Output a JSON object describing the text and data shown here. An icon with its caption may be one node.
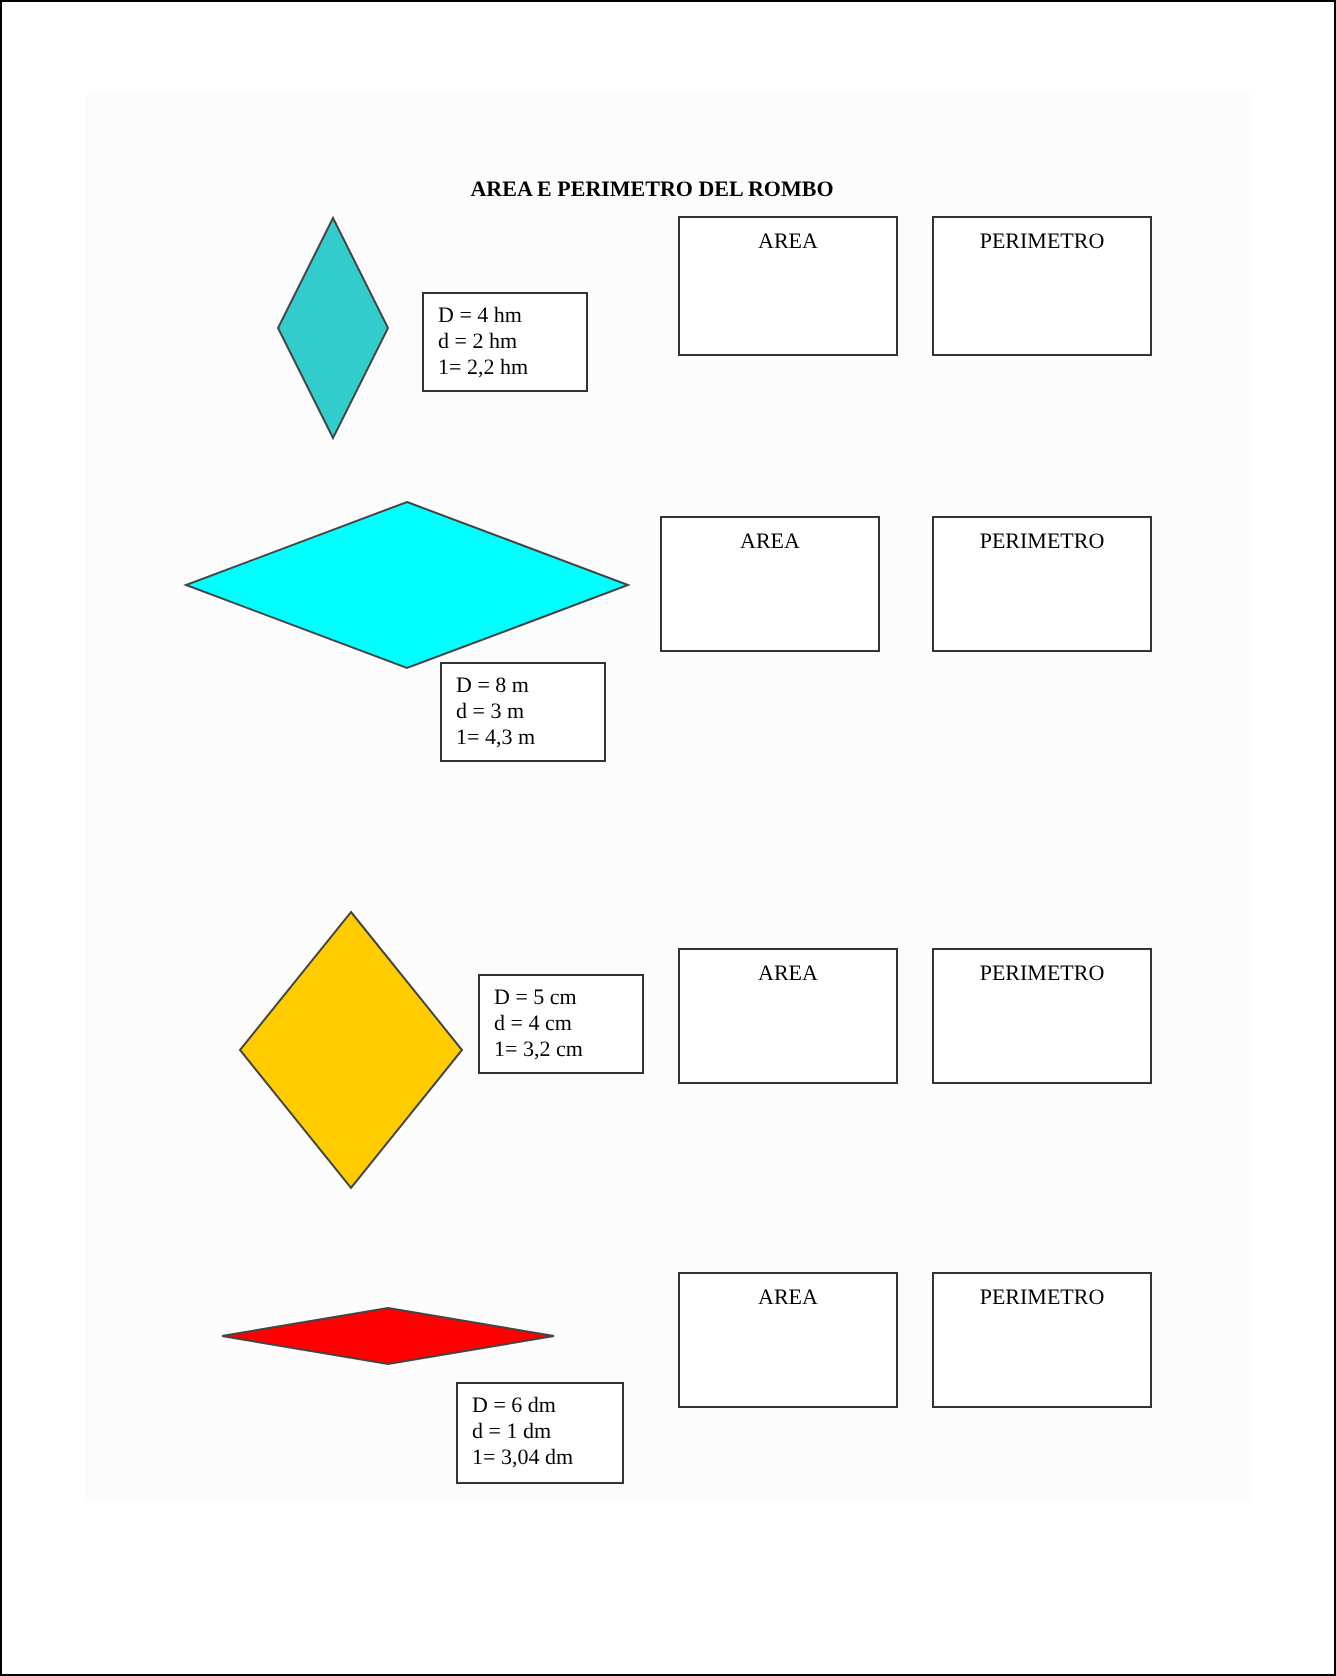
{
  "diagram": {
    "title": "AREA E PERIMETRO DEL ROMBO",
    "nodes": [
      {
        "text": [],
        "shape": "diamond"
      },
      {
        "text": [
          "D = 4 hm",
          "d = 2 hm",
          "1= 2,2 hm"
        ]
      },
      {
        "text": [
          "AREA"
        ]
      },
      {
        "text": [
          "PERIMETRO"
        ]
      },
      {
        "text": [],
        "shape": "diamond"
      },
      {
        "text": [
          "AREA"
        ]
      },
      {
        "text": [
          "PERIMETRO"
        ]
      },
      {
        "text": [
          "D = 8 m",
          "d = 3 m",
          "1= 4,3 m"
        ]
      },
      {
        "text": [],
        "shape": "diamond"
      },
      {
        "text": [
          "D = 5 cm",
          "d = 4 cm",
          "1= 3,2 cm"
        ]
      },
      {
        "text": [
          "AREA"
        ]
      },
      {
        "text": [
          "PERIMETRO"
        ]
      },
      {
        "text": [],
        "shape": "diamond"
      },
      {
        "text": [
          "AREA"
        ]
      },
      {
        "text": [
          "PERIMETRO"
        ]
      },
      {
        "text": [
          "D = 6 dm",
          "d = 1 dm",
          "1= 3,04 dm"
        ]
      }
    ]
  }
}
